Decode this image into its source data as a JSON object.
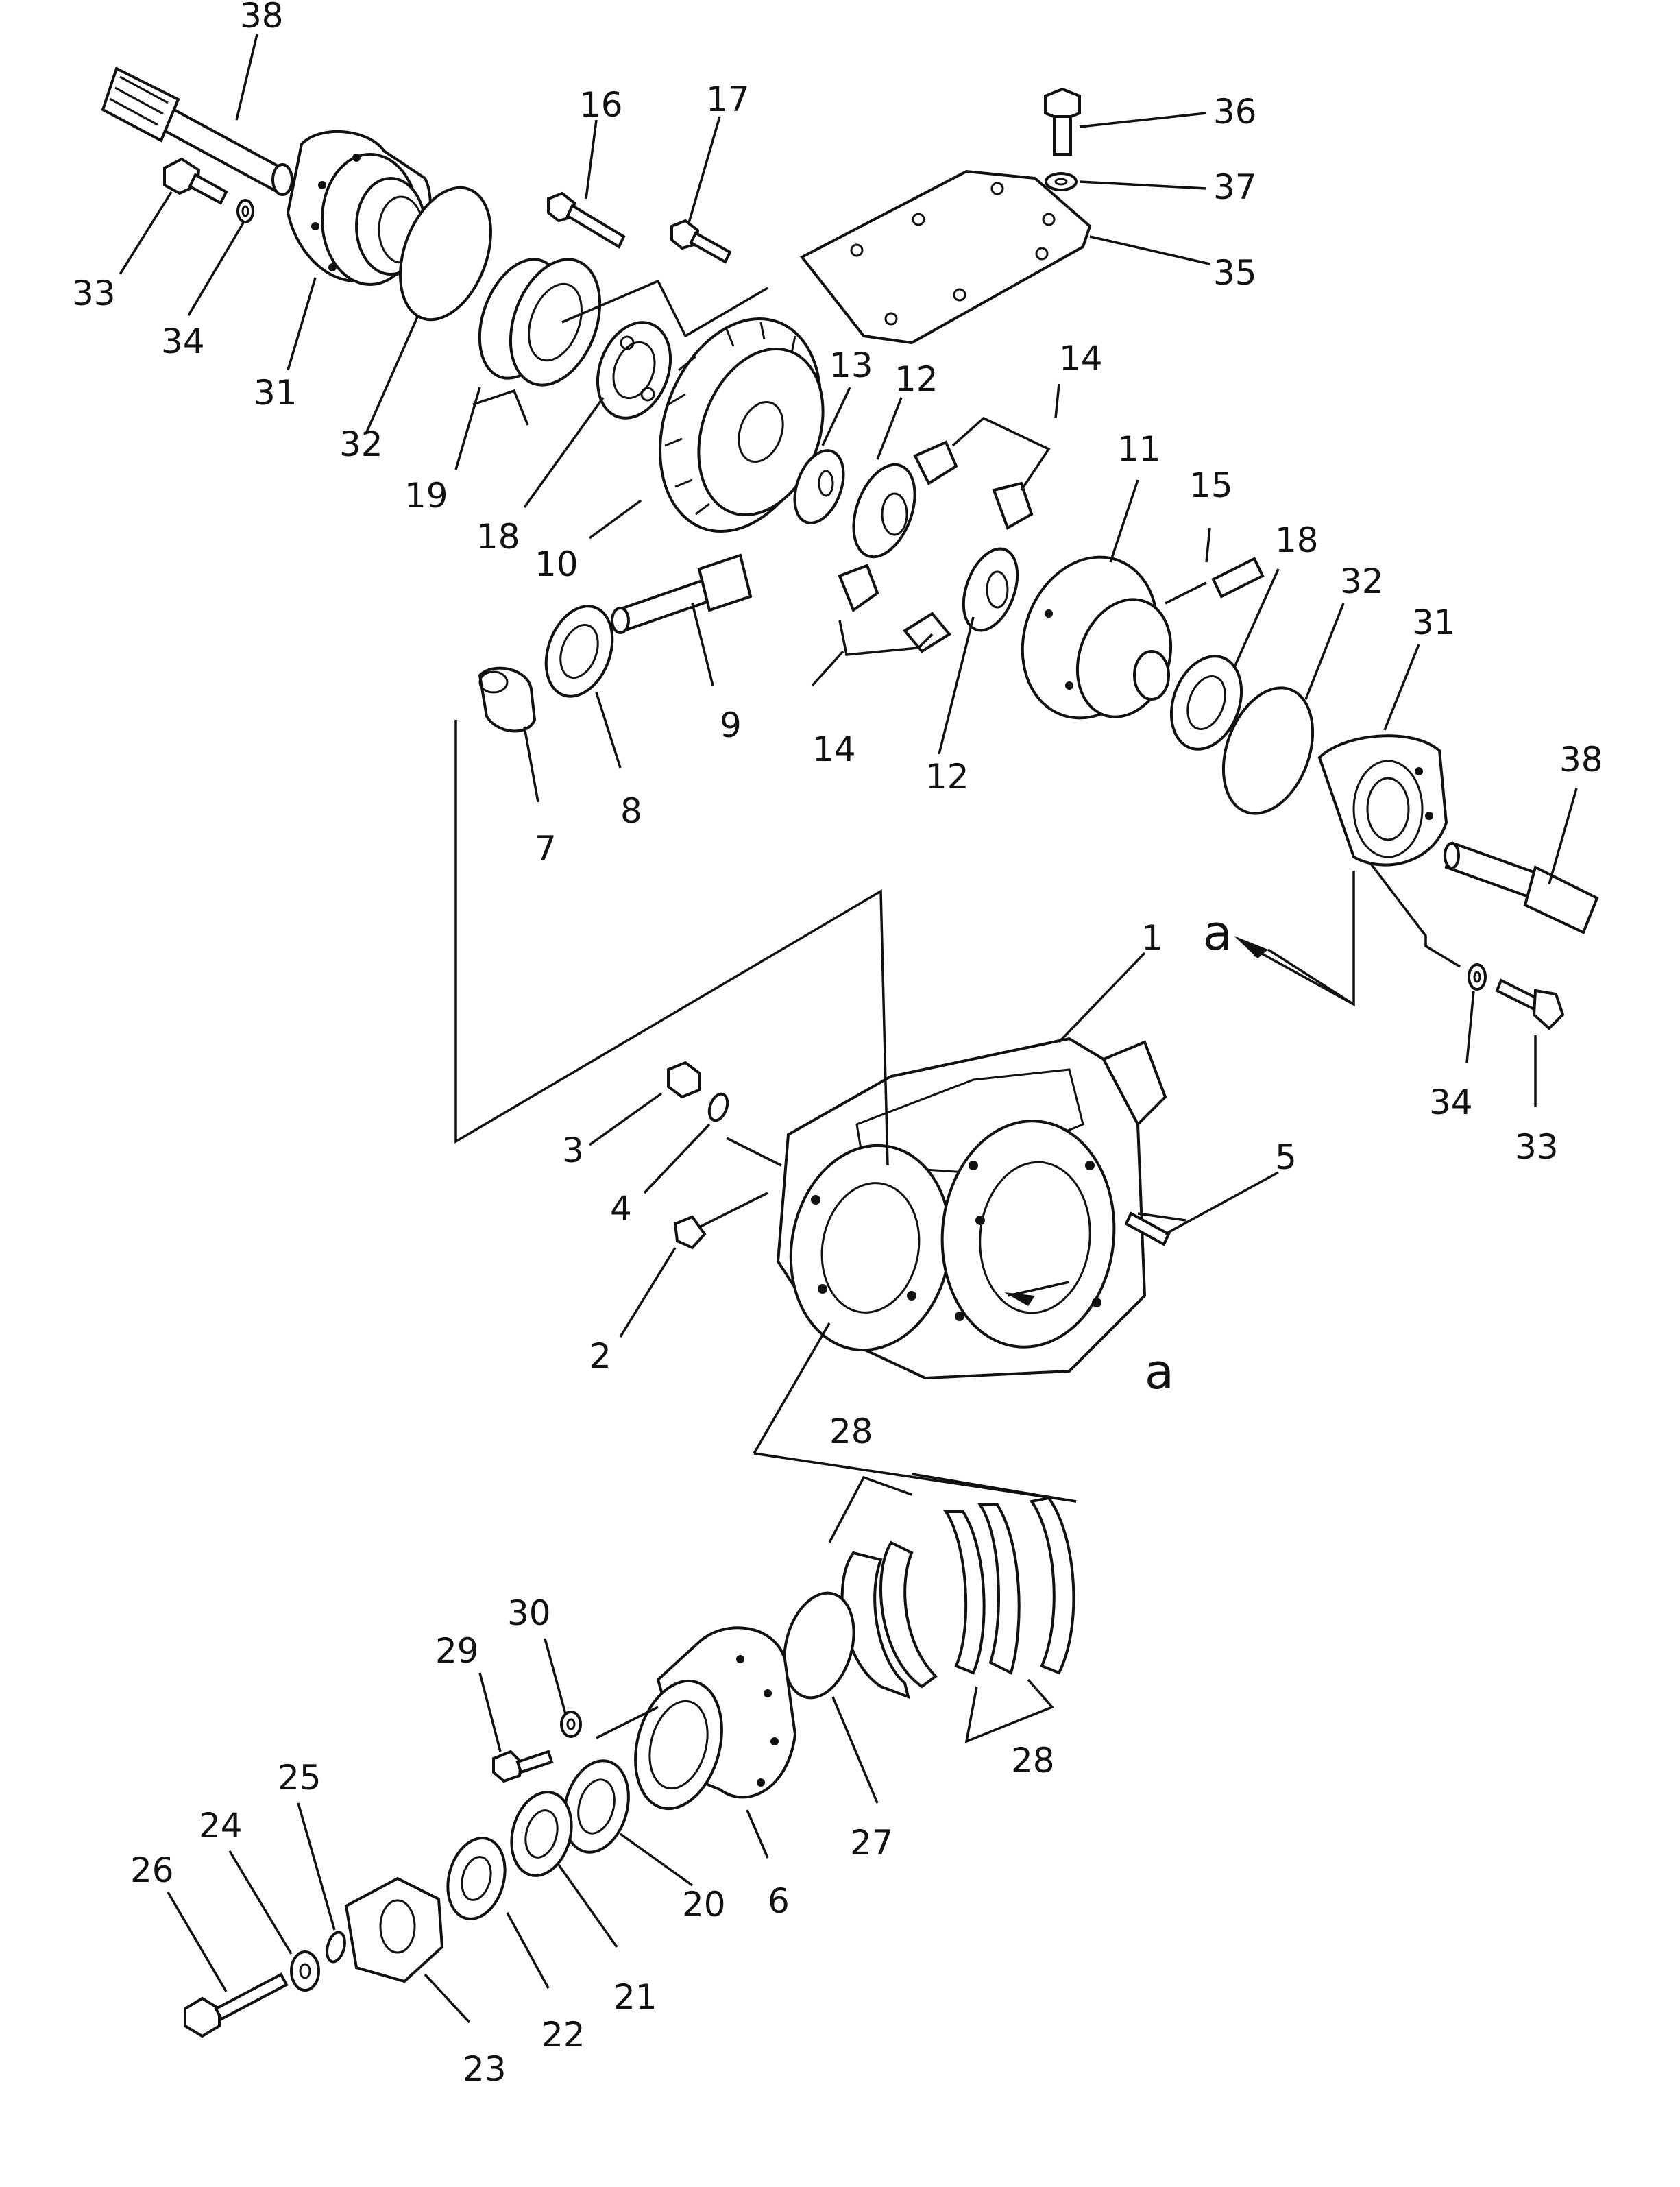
{
  "figure": {
    "part_numbers": [
      "1",
      "2",
      "3",
      "4",
      "5",
      "6",
      "7",
      "8",
      "9",
      "10",
      "11",
      "12",
      "12",
      "13",
      "14",
      "14",
      "15",
      "16",
      "17",
      "18",
      "18",
      "19",
      "20",
      "21",
      "22",
      "23",
      "24",
      "25",
      "26",
      "27",
      "28",
      "28",
      "29",
      "30",
      "31",
      "31",
      "32",
      "32",
      "33",
      "33",
      "34",
      "34",
      "35",
      "36",
      "37",
      "38",
      "38"
    ],
    "view_letters": [
      "a",
      "a"
    ]
  }
}
